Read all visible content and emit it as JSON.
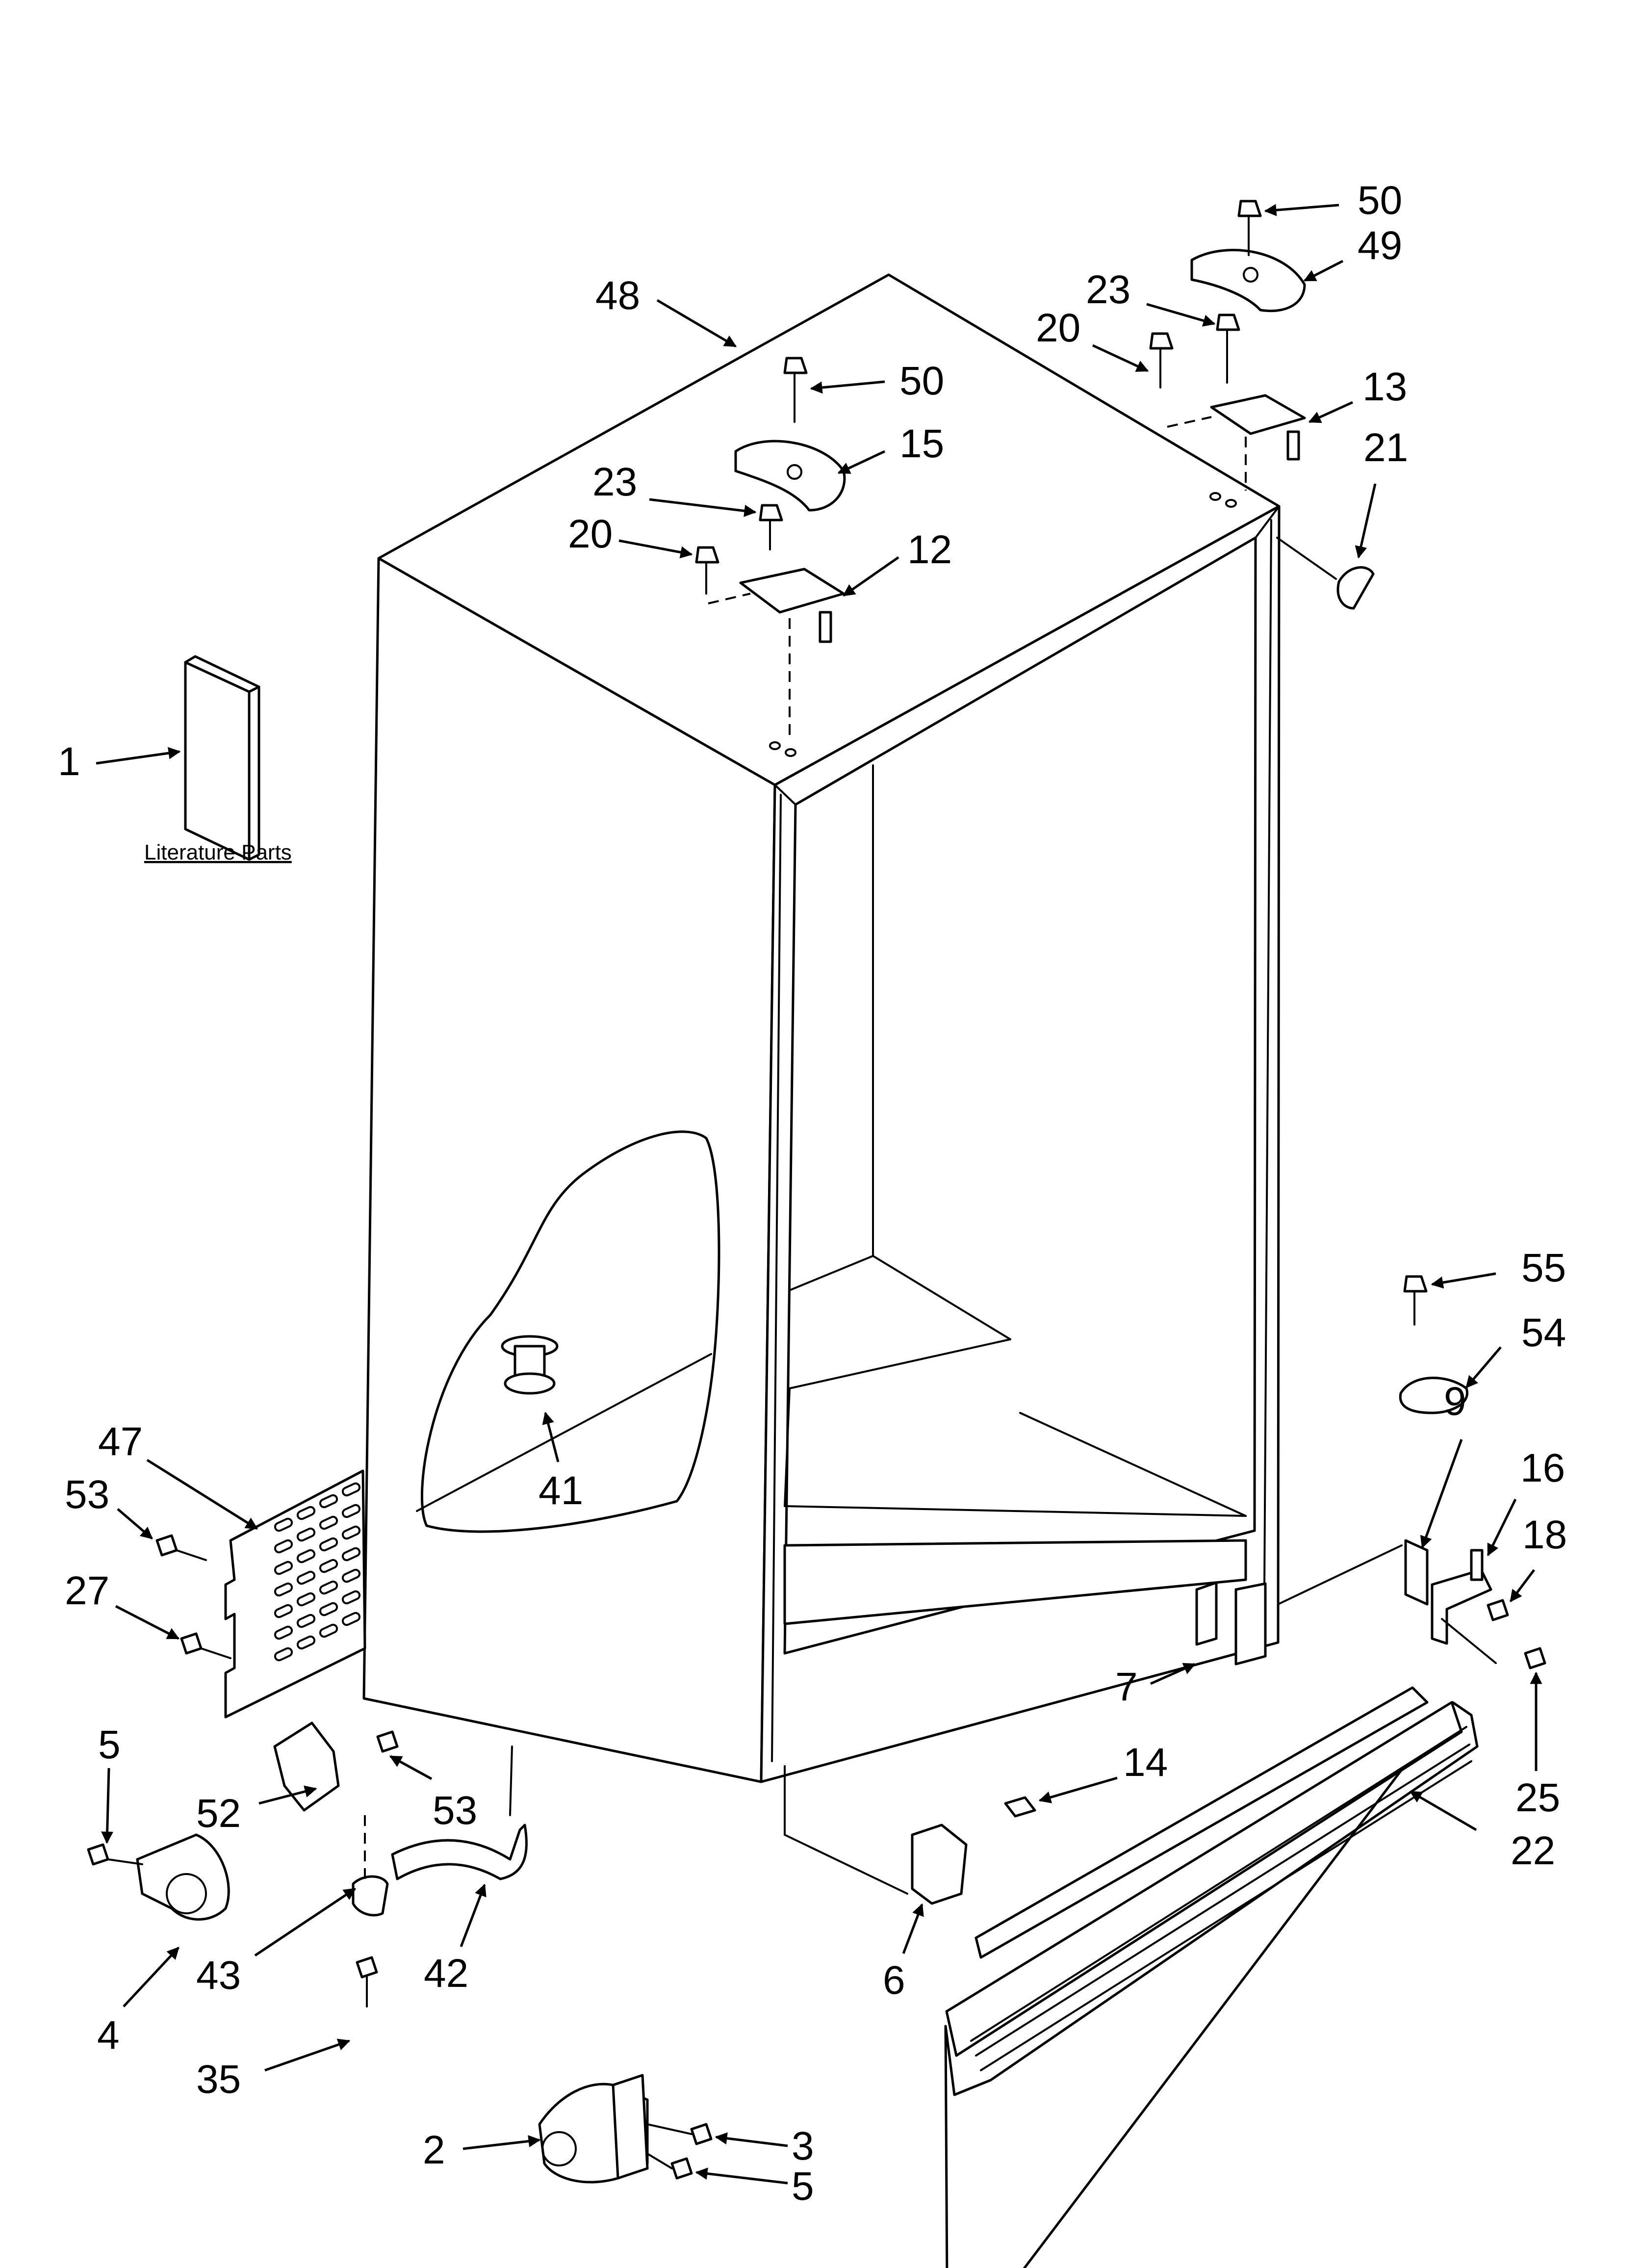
{
  "literature_caption": "Literature Parts",
  "callouts": [
    {
      "id": "c50a",
      "text": "50"
    },
    {
      "id": "c49",
      "text": "49"
    },
    {
      "id": "c48",
      "text": "48"
    },
    {
      "id": "c23a",
      "text": "23"
    },
    {
      "id": "c20a",
      "text": "20"
    },
    {
      "id": "c13",
      "text": "13"
    },
    {
      "id": "c50b",
      "text": "50"
    },
    {
      "id": "c15",
      "text": "15"
    },
    {
      "id": "c21",
      "text": "21"
    },
    {
      "id": "c23b",
      "text": "23"
    },
    {
      "id": "c20b",
      "text": "20"
    },
    {
      "id": "c12",
      "text": "12"
    },
    {
      "id": "c1",
      "text": "1"
    },
    {
      "id": "c55",
      "text": "55"
    },
    {
      "id": "c54",
      "text": "54"
    },
    {
      "id": "c9",
      "text": "9"
    },
    {
      "id": "c16",
      "text": "16"
    },
    {
      "id": "c18",
      "text": "18"
    },
    {
      "id": "c41",
      "text": "41"
    },
    {
      "id": "c47",
      "text": "47"
    },
    {
      "id": "c53a",
      "text": "53"
    },
    {
      "id": "c27",
      "text": "27"
    },
    {
      "id": "c7",
      "text": "7"
    },
    {
      "id": "c25",
      "text": "25"
    },
    {
      "id": "c5a",
      "text": "5"
    },
    {
      "id": "c52",
      "text": "52"
    },
    {
      "id": "c53b",
      "text": "53"
    },
    {
      "id": "c14",
      "text": "14"
    },
    {
      "id": "c22",
      "text": "22"
    },
    {
      "id": "c43",
      "text": "43"
    },
    {
      "id": "c42",
      "text": "42"
    },
    {
      "id": "c6",
      "text": "6"
    },
    {
      "id": "c4",
      "text": "4"
    },
    {
      "id": "c35",
      "text": "35"
    },
    {
      "id": "c2",
      "text": "2"
    },
    {
      "id": "c3",
      "text": "3"
    },
    {
      "id": "c5b",
      "text": "5"
    }
  ]
}
